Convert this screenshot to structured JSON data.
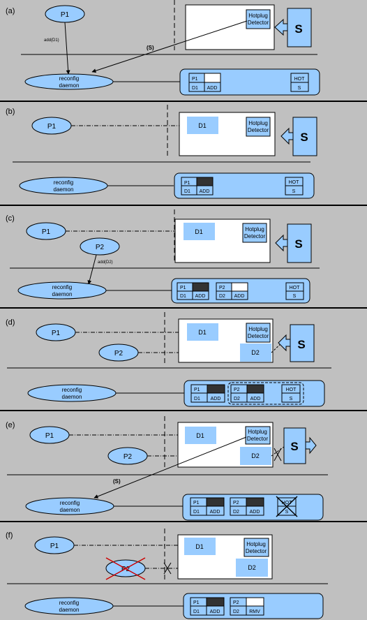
{
  "colors": {
    "background": "#c0c0c0",
    "ellipse_fill": "#99ccff",
    "box_fill": "#99ccff",
    "cell_dark": "#333333",
    "white": "#ffffff",
    "cross": "#cc0000"
  },
  "labels": {
    "daemon_line1": "reconfig",
    "daemon_line2": "daemon",
    "detector_line1": "Hotplug",
    "detector_line2": "Detector",
    "hot": "HOT",
    "s": "S",
    "s_signal": "(S)",
    "p1": "P1",
    "p2": "P2",
    "d1": "D1",
    "d2": "D2",
    "add": "ADD",
    "rmv": "RMV",
    "add_d1": "add(D1)",
    "add_d2": "add(D2)"
  },
  "panels": [
    {
      "id": "a",
      "tag": "(a)"
    },
    {
      "id": "b",
      "tag": "(b)"
    },
    {
      "id": "c",
      "tag": "(c)"
    },
    {
      "id": "d",
      "tag": "(d)"
    },
    {
      "id": "e",
      "tag": "(e)"
    },
    {
      "id": "f",
      "tag": "(f)"
    }
  ]
}
